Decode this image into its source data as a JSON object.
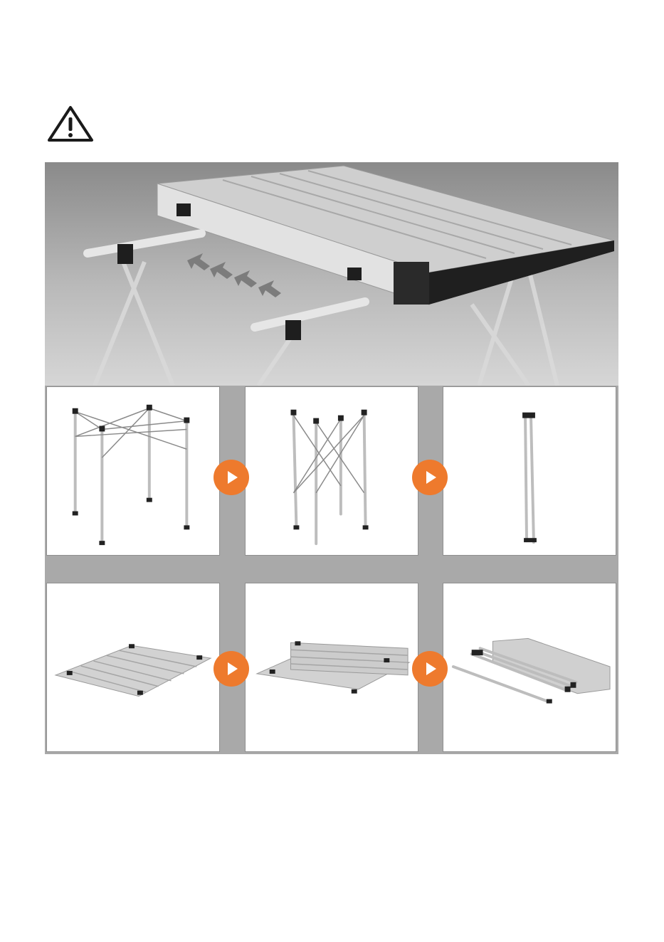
{
  "warning": {
    "icon": "warning-triangle-icon"
  },
  "hero": {
    "image": "folding-aluminium-table-photo",
    "arrows_icon": "slide-direction-arrows-icon"
  },
  "steps": [
    {
      "name": "step-1-open-frame"
    },
    {
      "name": "step-2-folded-frame"
    },
    {
      "name": "step-3-collapsed-frame"
    },
    {
      "name": "step-4-flat-tabletop"
    },
    {
      "name": "step-5-rolled-tabletop"
    },
    {
      "name": "step-6-packed-parts"
    }
  ],
  "colors": {
    "accent": "#ee7a2d",
    "grid_background": "#a9a9a9",
    "panel_border": "#8f8f8f"
  }
}
